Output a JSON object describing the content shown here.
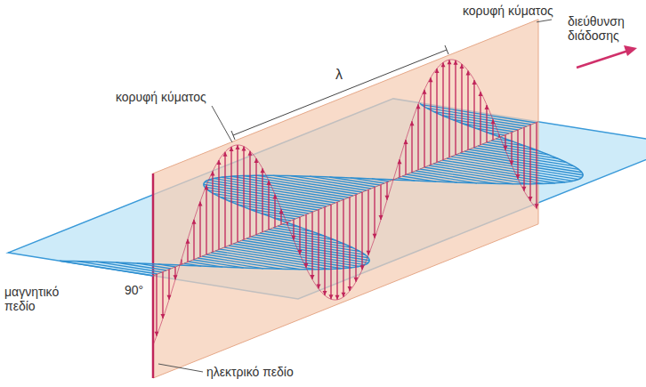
{
  "diagram": {
    "labels": [
      "κορυφή κύματος",
      "κορυφή κύματος",
      "διεύθυνση διάδοσης",
      "λ",
      "μαγνητικό πεδίο",
      "ηλεκτρικό πεδίο",
      "90°"
    ]
  }
}
